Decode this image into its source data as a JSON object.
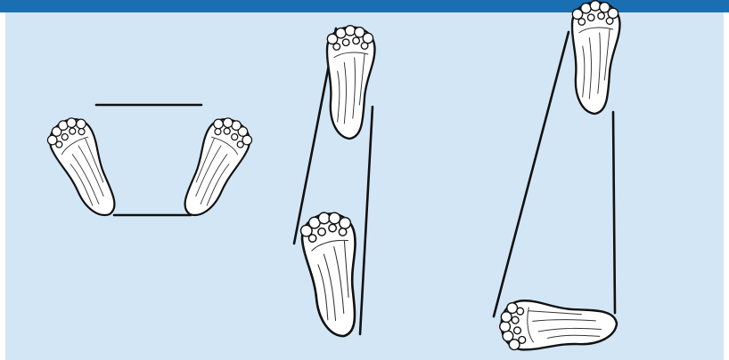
{
  "figure": {
    "accent_color": "#1a6fb3",
    "panel_color": "#d3e6f5",
    "panels": [
      {
        "icon": "footprint-pair-quadrilateral"
      },
      {
        "icon": "footprint-pair-parallelogram"
      },
      {
        "icon": "footprint-pair-triangle"
      }
    ]
  }
}
